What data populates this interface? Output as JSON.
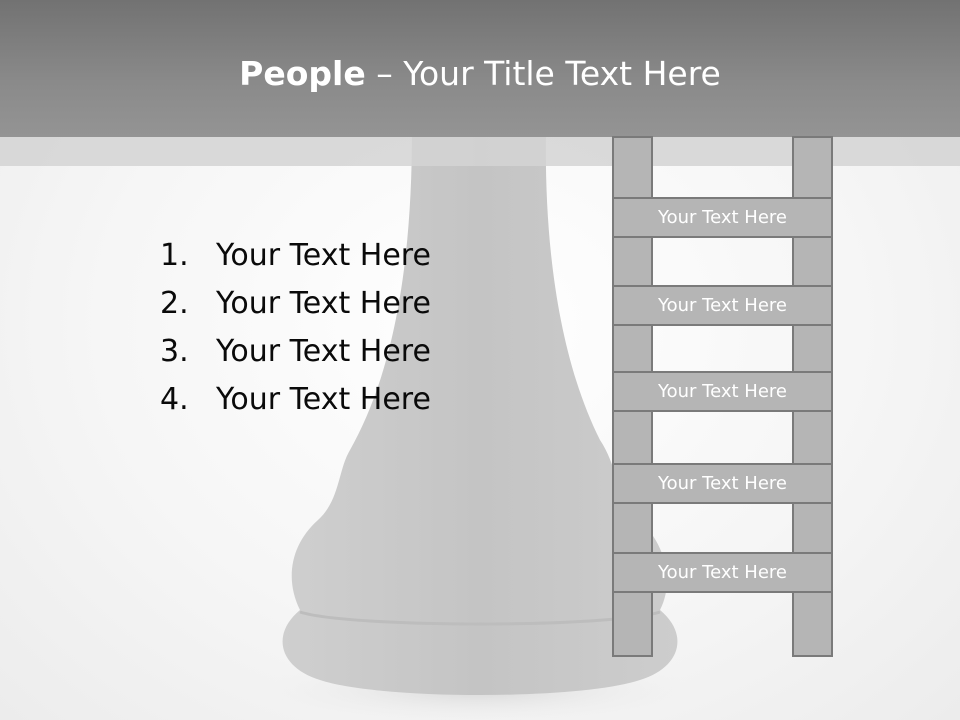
{
  "slide": {
    "title_strong": "People",
    "title_rest": " – Your Title Text Here",
    "list": [
      {
        "number": "1.",
        "text": "Your Text Here"
      },
      {
        "number": "2.",
        "text": "Your Text Here"
      },
      {
        "number": "3.",
        "text": "Your Text Here"
      },
      {
        "number": "4.",
        "text": "Your Text Here"
      }
    ],
    "ladder_rungs": [
      "Your Text Here",
      "Your Text Here",
      "Your Text Here",
      "Your Text Here",
      "Your Text Here"
    ]
  },
  "colors": {
    "title_bar": "#8a8a8a",
    "ladder_fill": "#b5b5b5",
    "ladder_border": "#7a7a7a",
    "text": "#0a0a0a"
  }
}
